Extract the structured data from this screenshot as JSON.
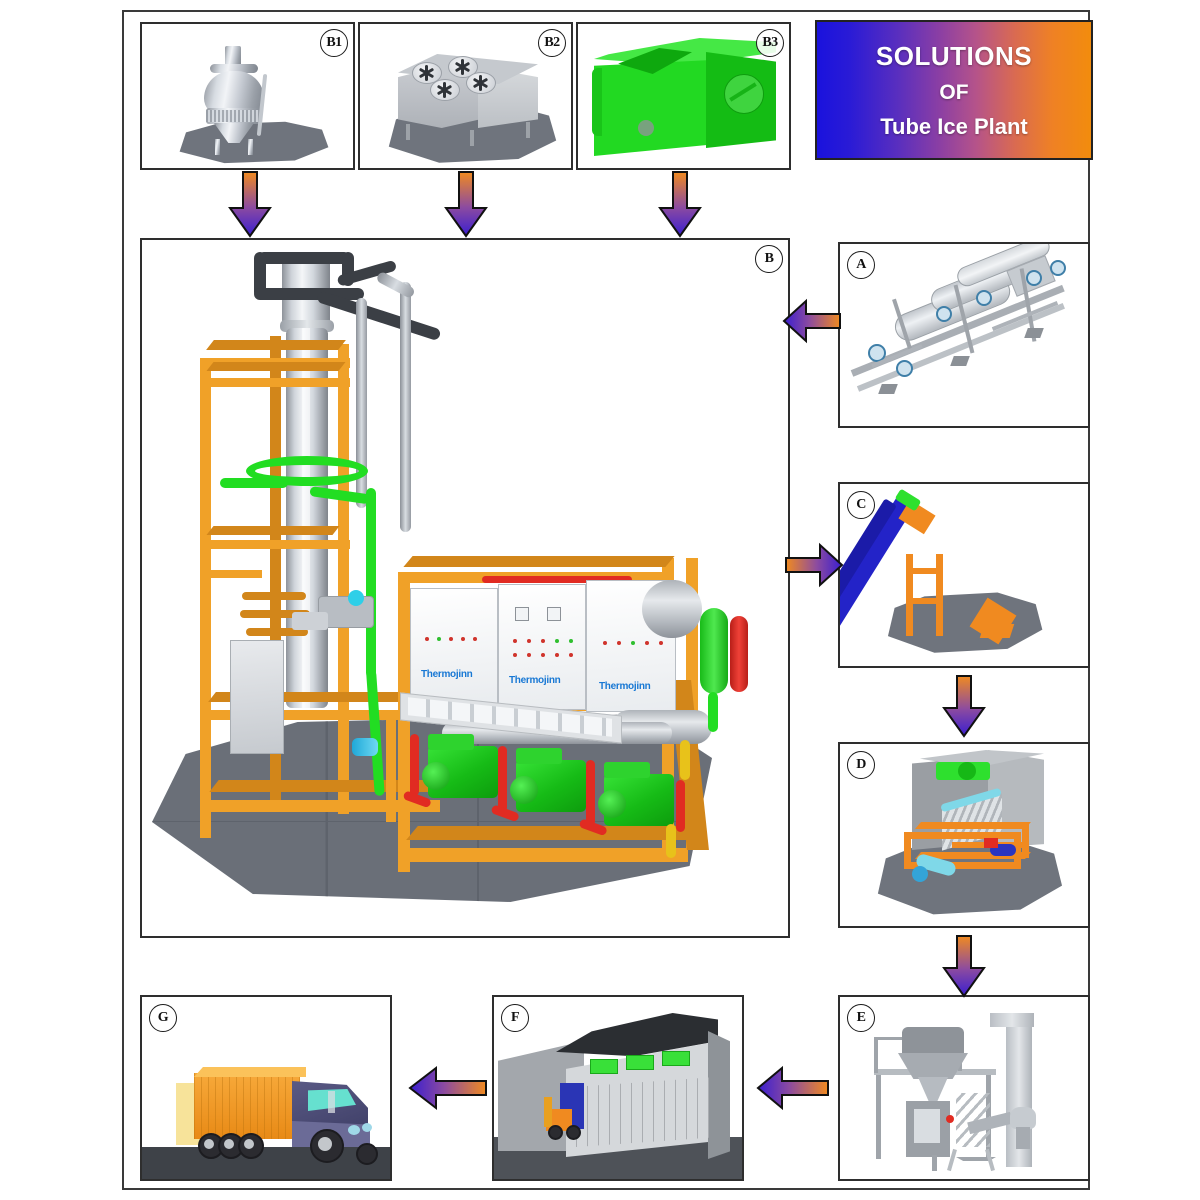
{
  "title_banner": {
    "line1": "SOLUTIONS",
    "line2": "OF",
    "line3": "Tube Ice Plant",
    "gradient_from": "#1a12dd",
    "gradient_to": "#f28c0d",
    "text_color": "#ffffff"
  },
  "diagram": {
    "type": "process-flow",
    "border_color": "#3a3a3a",
    "arrow_gradient_from": "#f08a20",
    "arrow_gradient_to": "#3a1ed0",
    "panels": [
      {
        "id": "B1",
        "label": "B1",
        "name": "evaporative-condenser",
        "caption": "Evaporative condenser vessel"
      },
      {
        "id": "B2",
        "label": "B2",
        "name": "cooling-tower",
        "caption": "Cooling tower with four fans"
      },
      {
        "id": "B3",
        "label": "B3",
        "name": "water-tank",
        "caption": "Green water storage tank"
      },
      {
        "id": "B",
        "label": "B",
        "name": "tube-ice-machine",
        "caption": "Tube ice machine skid"
      },
      {
        "id": "A",
        "label": "A",
        "name": "screw-compressor-unit",
        "caption": "Screw compressor package"
      },
      {
        "id": "C",
        "label": "C",
        "name": "inclined-conveyor",
        "caption": "Inclined ice conveyor"
      },
      {
        "id": "D",
        "label": "D",
        "name": "ice-storage-bin",
        "caption": "Ice storage rake bin"
      },
      {
        "id": "E",
        "label": "E",
        "name": "packing-machine",
        "caption": "Automatic weighing and packing machine"
      },
      {
        "id": "F",
        "label": "F",
        "name": "cold-storage-warehouse",
        "caption": "Cold storage warehouse with forklift"
      },
      {
        "id": "G",
        "label": "G",
        "name": "delivery-truck",
        "caption": "Container delivery truck"
      }
    ],
    "flow": [
      {
        "from": "B1",
        "to": "B",
        "direction": "down"
      },
      {
        "from": "B2",
        "to": "B",
        "direction": "down"
      },
      {
        "from": "B3",
        "to": "B",
        "direction": "down"
      },
      {
        "from": "A",
        "to": "B",
        "direction": "left"
      },
      {
        "from": "B",
        "to": "C",
        "direction": "right"
      },
      {
        "from": "C",
        "to": "D",
        "direction": "down"
      },
      {
        "from": "D",
        "to": "E",
        "direction": "down"
      },
      {
        "from": "E",
        "to": "F",
        "direction": "left"
      },
      {
        "from": "F",
        "to": "G",
        "direction": "left"
      }
    ]
  },
  "machine_b": {
    "brand_label": "Thermojinn",
    "cabinet_count": 3,
    "compressor_count": 3,
    "frame_color": "#f0a128",
    "compressor_color": "#22c322",
    "refrigerant_pipe_color": "#e12b22",
    "water_pipe_color": "#22dd22"
  }
}
